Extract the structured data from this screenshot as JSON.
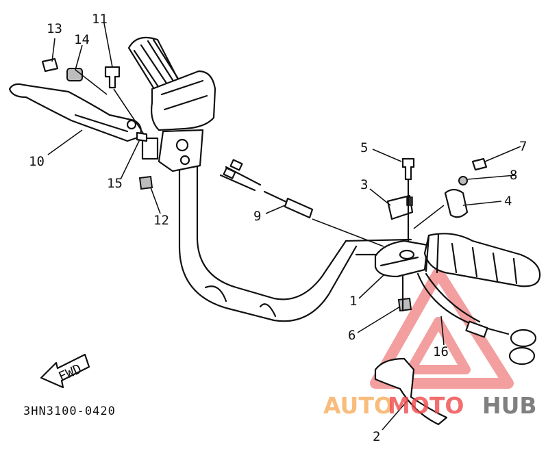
{
  "callouts": [
    "1",
    "2",
    "3",
    "4",
    "5",
    "6",
    "7",
    "8",
    "9",
    "10",
    "11",
    "12",
    "13",
    "14",
    "15",
    "16"
  ],
  "arrow_label": "FWD",
  "diagram_code": "3HN3100-0420",
  "watermark": {
    "part1": "AUTO",
    "part2": "MOTO",
    "part3": "HUB"
  },
  "colors": {
    "line": "#111111",
    "watermark_orange": "#f7b267",
    "watermark_red": "#ef4b4b",
    "watermark_gray": "#6b6b6b"
  }
}
